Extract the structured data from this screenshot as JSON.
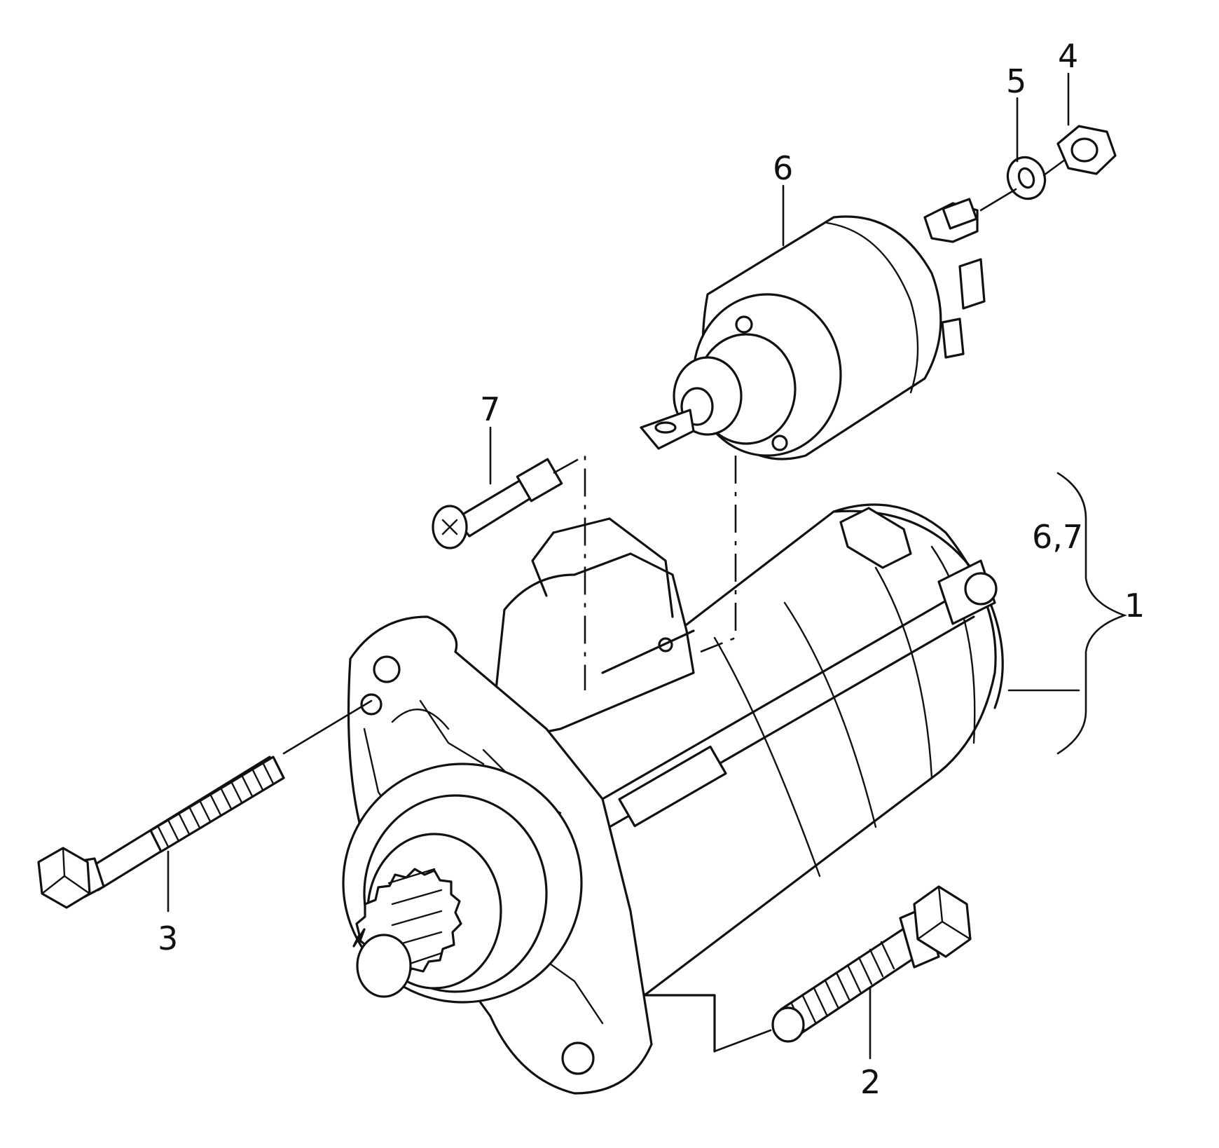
{
  "callouts": {
    "c1": "1",
    "c2": "2",
    "c3": "3",
    "c4": "4",
    "c5": "5",
    "c6": "6",
    "c7": "7",
    "c67": "6,7"
  },
  "colors": {
    "line": "#111111",
    "background": "#ffffff"
  }
}
